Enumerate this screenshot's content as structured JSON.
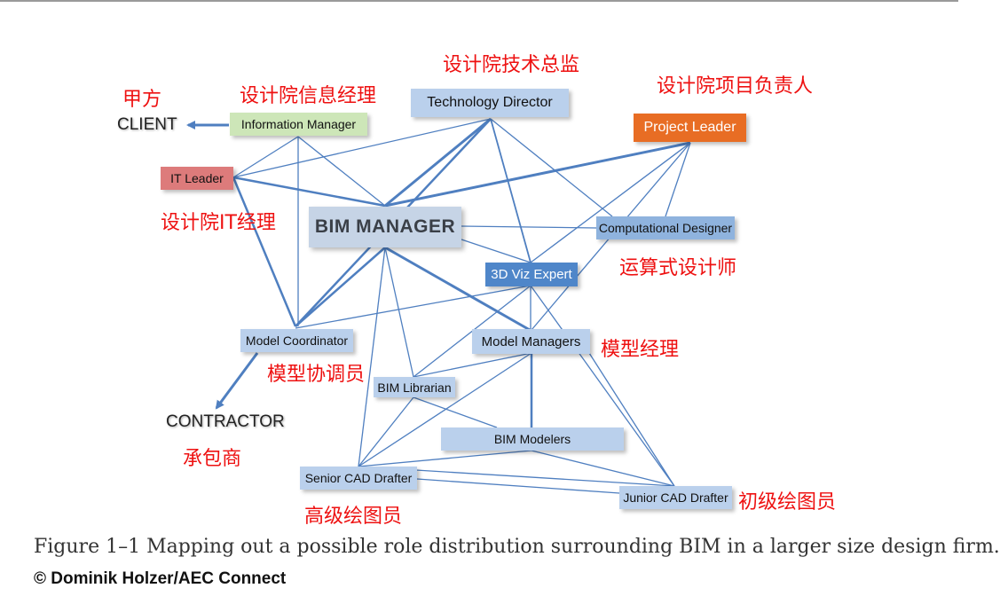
{
  "nodes": {
    "technology_director": "Technology Director",
    "information_manager": "Information Manager",
    "project_leader": "Project Leader",
    "it_leader": "IT Leader",
    "bim_manager": "BIM MANAGER",
    "computational_designer": "Computational Designer",
    "viz_expert": "3D Viz Expert",
    "model_coordinator": "Model Coordinator",
    "model_managers": "Model Managers",
    "bim_librarian": "BIM Librarian",
    "bim_modelers": "BIM Modelers",
    "senior_cad_drafter": "Senior CAD Drafter",
    "junior_cad_drafter": "Junior CAD Drafter",
    "client": "CLIENT",
    "contractor": "CONTRACTOR"
  },
  "annotations": {
    "client": "甲方",
    "information_manager": "设计院信息经理",
    "technology_director": "设计院技术总监",
    "project_leader": "设计院项目负责人",
    "it_leader": "设计院IT经理",
    "computational_designer": "运算式设计师",
    "model_managers": "模型经理",
    "model_coordinator": "模型协调员",
    "contractor": "承包商",
    "senior_cad_drafter": "高级绘图员",
    "junior_cad_drafter": "初级绘图员"
  },
  "caption": "Figure 1–1   Mapping out a possible role distribution surrounding BIM in a larger size design firm.",
  "copyright": "© Dominik Holzer/AEC Connect",
  "colors": {
    "line": "#4f7fc0",
    "node_blue": "#bad0ec",
    "node_green": "#cde6b8",
    "node_red": "#dd7b7b",
    "node_orange": "#e86d24",
    "node_dark_blue": "#4f86c9",
    "annotation_red": "#ee1111"
  }
}
